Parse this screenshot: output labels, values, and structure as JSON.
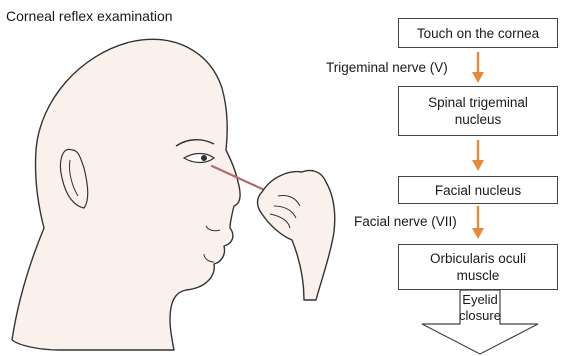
{
  "title": "Corneal reflex examination",
  "flowchart": {
    "steps": [
      "Touch on the cornea",
      "Spinal trigeminal\nnucleus",
      "Facial nucleus",
      "Orbicularis oculi\nmuscle"
    ],
    "connectors": [
      "Trigeminal nerve (V)",
      "",
      "Facial nerve (VII)"
    ],
    "result": "Eyelid\nclosure"
  },
  "colors": {
    "arrow": "#e8883a",
    "skin_fill": "#fbf1ec",
    "outline": "#333333"
  }
}
